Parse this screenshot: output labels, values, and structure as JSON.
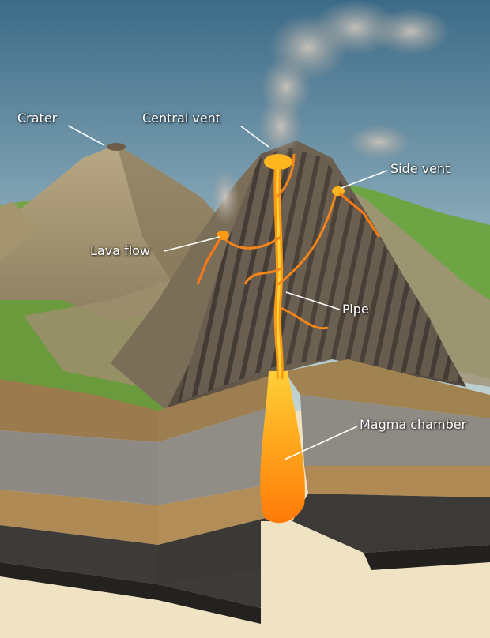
{
  "labels": {
    "crater": "Crater",
    "central_vent": "Central vent",
    "side_vent": "Side vent",
    "lava_flow": "Lava flow",
    "pipe": "Pipe",
    "magma_chamber": "Magma chamber"
  },
  "colors": {
    "sky_top": "#3f6f8c",
    "sky_bottom": "#bcd0d3",
    "ground": "#efe3c4",
    "grass": "#5f9a3a",
    "rock": "#8a7a5e",
    "cone": "#5e5448",
    "magma": "#ff9a10",
    "lava_glow": "#ffd23a",
    "smoke": "#b9b3ac",
    "label_text": "#ffffff"
  }
}
